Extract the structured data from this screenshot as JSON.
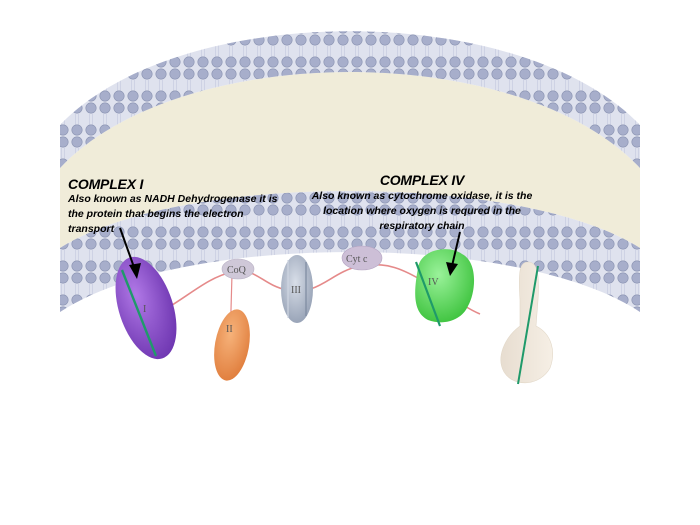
{
  "callouts": {
    "complex_1": {
      "title": "COMPLEX I",
      "description": "Also known as NADH Dehydrogenase it is the protein that begins the electron transport"
    },
    "complex_4": {
      "title": "COMPLEX IV",
      "description": "Also known as cytochrome oxidase, it is the location where oxygen is requred in the respiratory chain"
    }
  },
  "proteins": {
    "complex_1": "I",
    "complex_2": "II",
    "coq": "CoQ",
    "complex_3": "III",
    "cyt_c": "Cyt c",
    "complex_4": "IV"
  },
  "colors": {
    "membrane": "#9aa3c2",
    "inner_space": "#f0ecd9",
    "complex_1": "#8a4fc9",
    "complex_2": "#ef9a5a",
    "complex_3": "#b9c3d4",
    "complex_4": "#6ee06e",
    "electron_path": "#e58a8a"
  }
}
